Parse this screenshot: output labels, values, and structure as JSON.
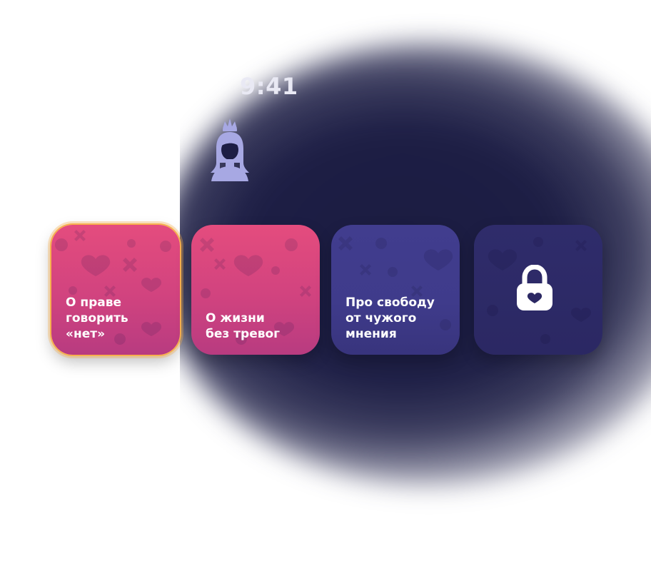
{
  "status_bar": {
    "time": "9:41"
  },
  "profile": {
    "icon": "princess-avatar-icon",
    "color": "#a7a8e3"
  },
  "cards": [
    {
      "label": "О праве\nговорить\n«нет»",
      "style": "pink",
      "selected": true,
      "locked": false
    },
    {
      "label": "О жизни\nбез тревог",
      "style": "pink",
      "selected": false,
      "locked": false
    },
    {
      "label": "Про свободу\nот чужого\nмнения",
      "style": "violet",
      "selected": false,
      "locked": false
    },
    {
      "label": "",
      "style": "navy",
      "selected": false,
      "locked": true,
      "icon": "lock-heart-icon"
    }
  ],
  "colors": {
    "pink": "#e44c7e",
    "violet": "#413d8e",
    "navy": "#2f2c6b",
    "selection": "#f7b04d",
    "background": "#1d1e45"
  }
}
